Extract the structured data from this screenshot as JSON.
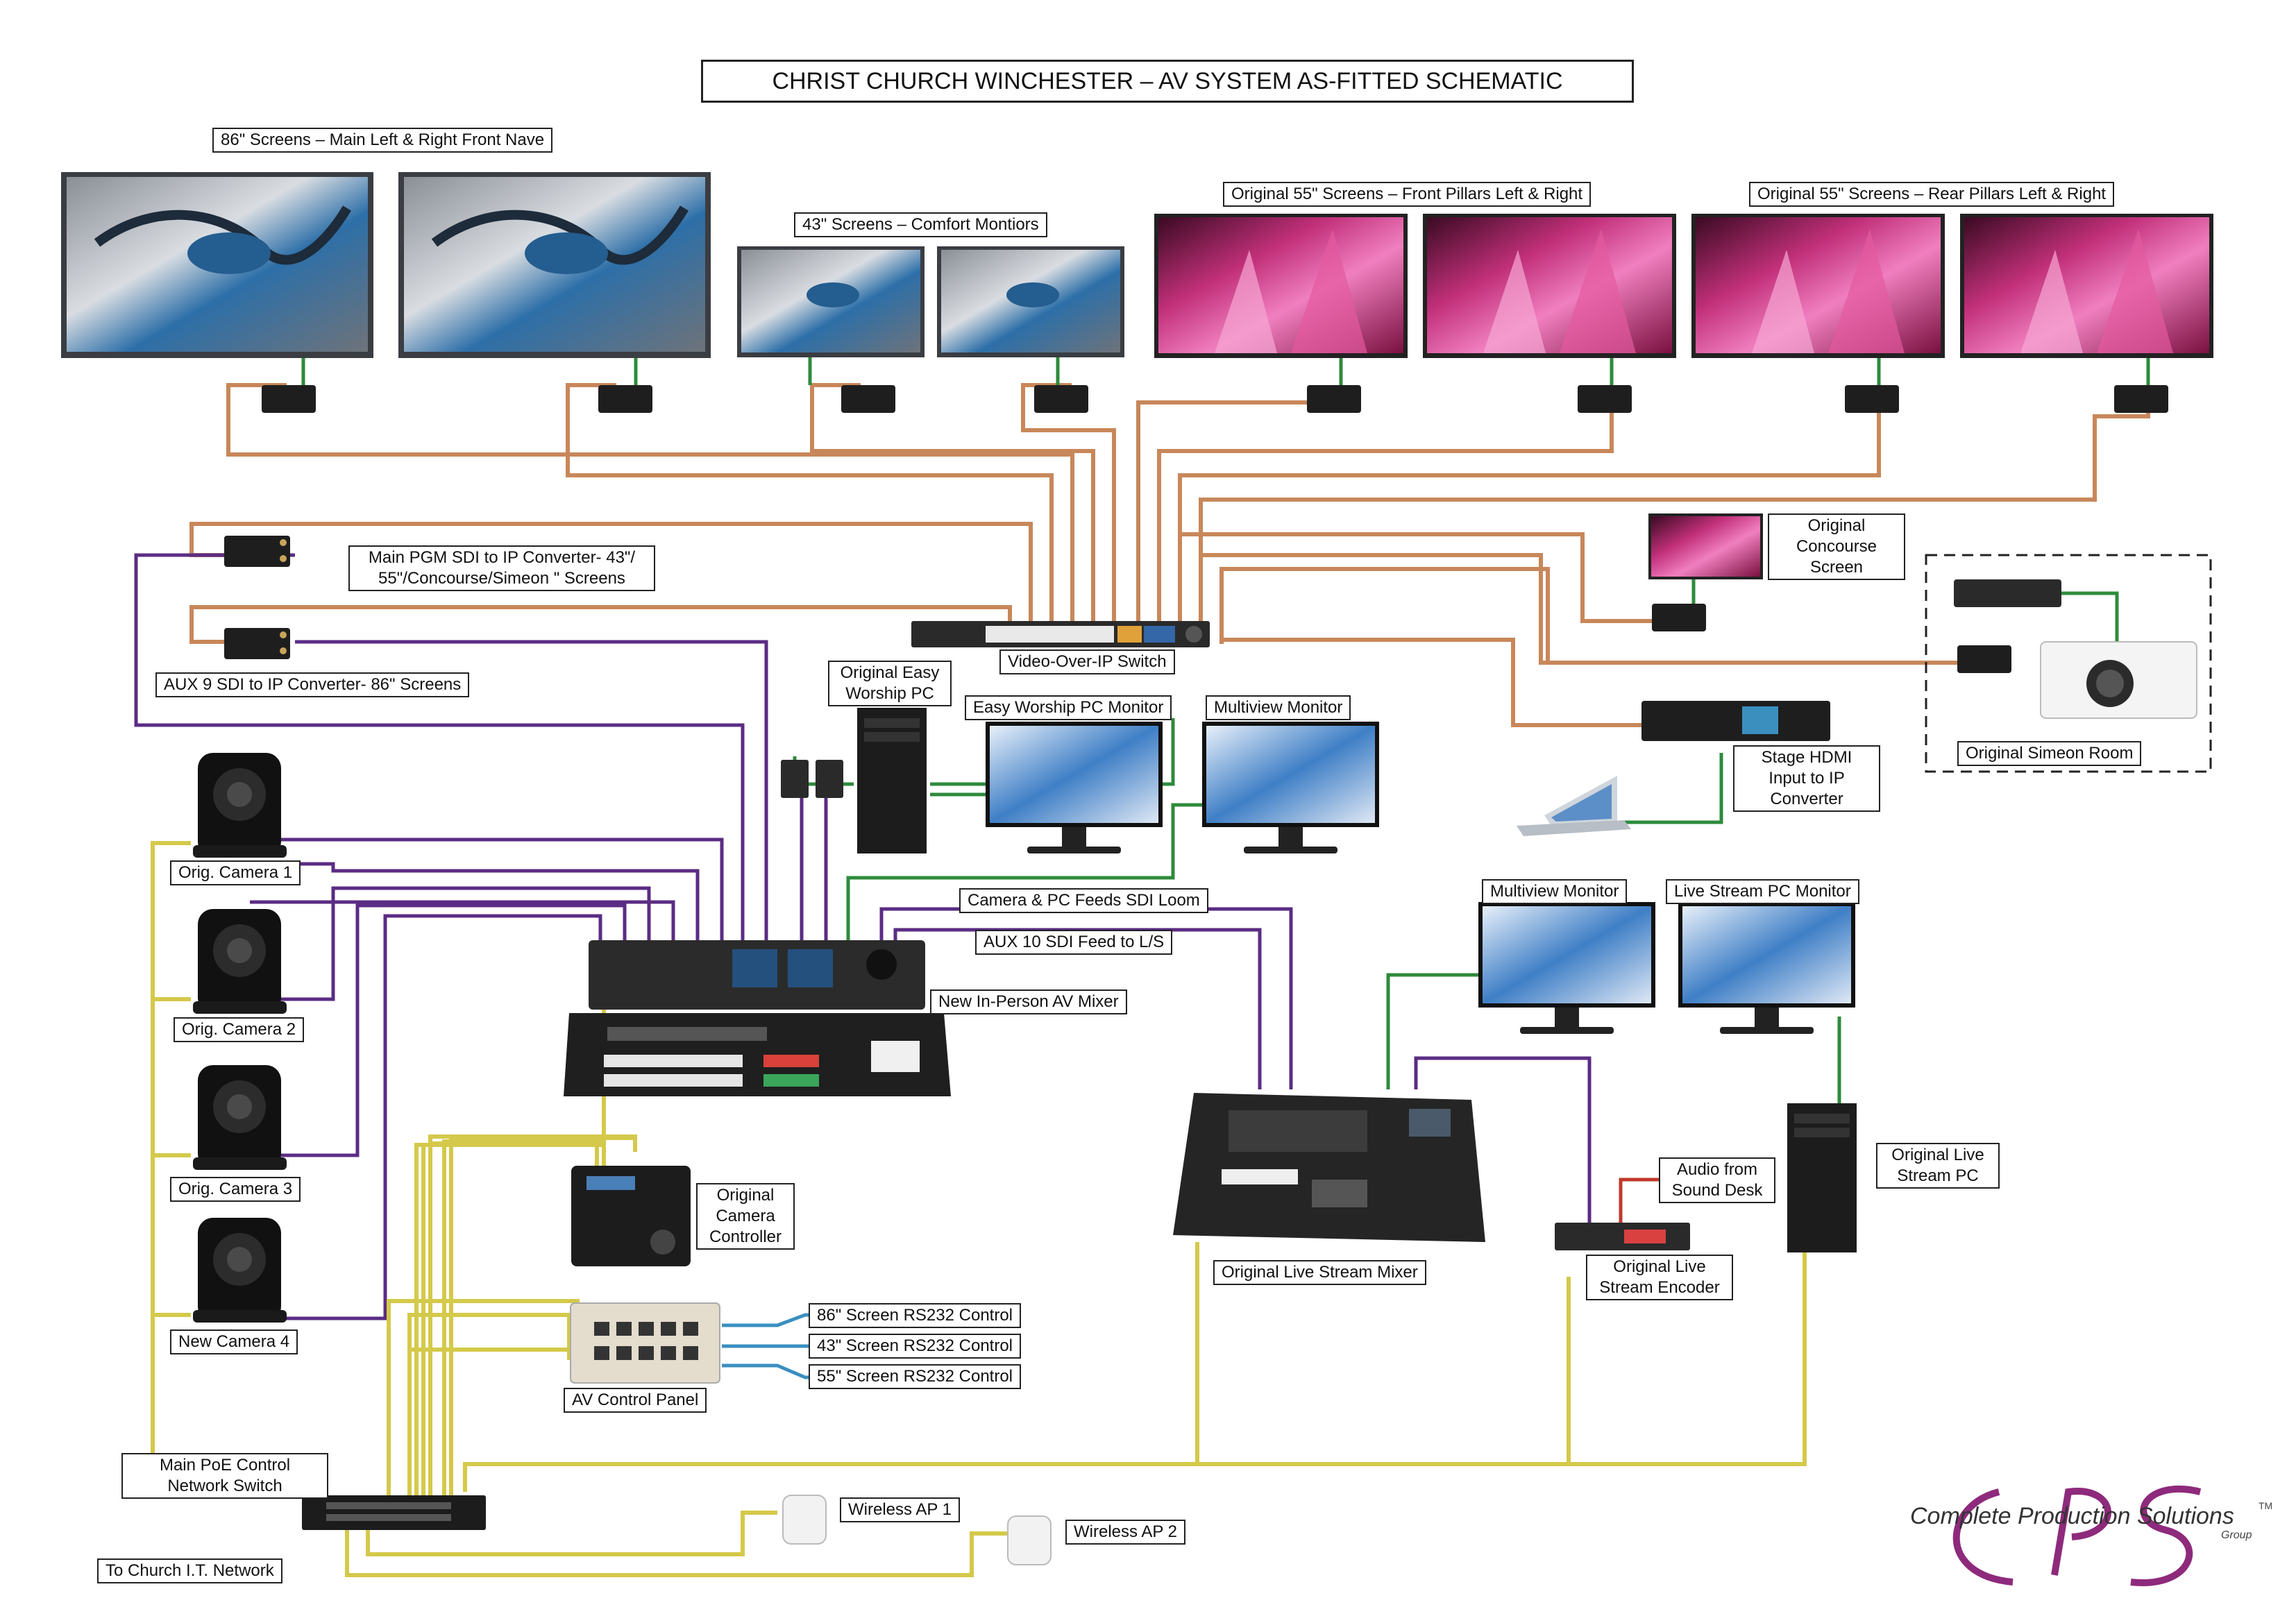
{
  "title": "CHRIST CHURCH WINCHESTER – AV SYSTEM AS-FITTED SCHEMATIC",
  "groups": {
    "screens_86": "86\" Screens – Main Left & Right Front Nave",
    "screens_43": "43\" Screens – Comfort Montiors",
    "screens_55_front": "Original 55\" Screens – Front Pillars Left & Right",
    "screens_55_rear": "Original 55\" Screens – Rear Pillars Left & Right"
  },
  "devices": {
    "main_pgm_converter": "Main PGM SDI to IP Converter- 43\"/ 55\"/Concourse/Simeon \" Screens",
    "aux9_converter": "AUX 9 SDI to IP Converter- 86\" Screens",
    "video_ip_switch": "Video-Over-IP Switch",
    "concourse_screen": "Original Concourse Screen",
    "simeon_room": "Original Simeon Room",
    "easy_worship_pc": "Original Easy Worship PC",
    "easy_worship_monitor": "Easy Worship PC Monitor",
    "multiview_monitor_1": "Multiview Monitor",
    "stage_hdmi": "Stage HDMI Input to IP Converter",
    "camera_1": "Orig. Camera 1",
    "camera_2": "Orig. Camera 2",
    "camera_3": "Orig. Camera 3",
    "camera_4": "New Camera 4",
    "camera_loom": "Camera & PC Feeds SDI Loom",
    "aux10_feed": "AUX 10 SDI Feed to L/S",
    "in_person_mixer": "New In-Person AV Mixer",
    "multiview_monitor_2": "Multiview Monitor",
    "live_stream_monitor": "Live Stream PC Monitor",
    "camera_controller": "Original Camera Controller",
    "live_stream_mixer": "Original Live Stream Mixer",
    "audio_sound_desk": "Audio from Sound Desk",
    "live_stream_encoder": "Original Live Stream Encoder",
    "live_stream_pc": "Original Live Stream PC",
    "rs232_86": "86\" Screen RS232 Control",
    "rs232_43": "43\" Screen RS232 Control",
    "rs232_55": "55\" Screen RS232 Control",
    "av_control_panel": "AV Control Panel",
    "poe_switch": "Main PoE Control Network Switch",
    "church_it": "To Church I.T. Network",
    "wireless_ap_1": "Wireless AP 1",
    "wireless_ap_2": "Wireless AP 2"
  },
  "logo": {
    "text": "Complete Production Solutions",
    "group": "Group",
    "tm": "TM"
  },
  "colors": {
    "ip_cable": "#c8875a",
    "sdi_cable": "#5b2c84",
    "hdmi_cable": "#2e8b3c",
    "poe_cable": "#d4c94a",
    "rs232_cable": "#3a8fbf",
    "audio_cable": "#c0392b"
  }
}
